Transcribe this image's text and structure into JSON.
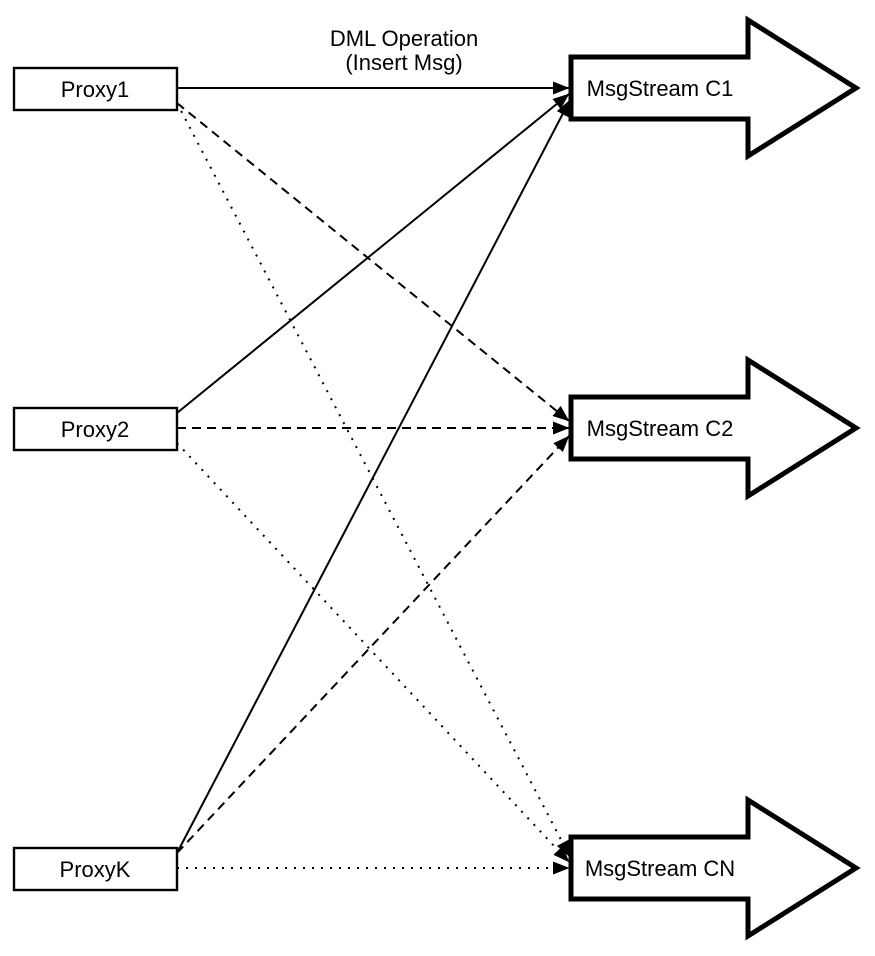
{
  "diagram": {
    "annotation": {
      "line1": "DML Operation",
      "line2": "(Insert Msg)"
    },
    "colors": {
      "ink": "#000000",
      "fill": "#ffffff",
      "background": "#ffffff"
    },
    "proxies": [
      {
        "label": "Proxy1"
      },
      {
        "label": "Proxy2"
      },
      {
        "label": "ProxyK"
      }
    ],
    "streams": [
      {
        "label": "MsgStream C1",
        "edge_style": "solid"
      },
      {
        "label": "MsgStream C2",
        "edge_style": "dashed"
      },
      {
        "label": "MsgStream CN",
        "edge_style": "dotted"
      }
    ],
    "edges": [
      {
        "from": "Proxy1",
        "to": "MsgStream C1",
        "style": "solid"
      },
      {
        "from": "Proxy2",
        "to": "MsgStream C1",
        "style": "solid"
      },
      {
        "from": "ProxyK",
        "to": "MsgStream C1",
        "style": "solid"
      },
      {
        "from": "Proxy1",
        "to": "MsgStream C2",
        "style": "dashed"
      },
      {
        "from": "Proxy2",
        "to": "MsgStream C2",
        "style": "dashed"
      },
      {
        "from": "ProxyK",
        "to": "MsgStream C2",
        "style": "dashed"
      },
      {
        "from": "Proxy1",
        "to": "MsgStream CN",
        "style": "dotted"
      },
      {
        "from": "Proxy2",
        "to": "MsgStream CN",
        "style": "dotted"
      },
      {
        "from": "ProxyK",
        "to": "MsgStream CN",
        "style": "dotted"
      }
    ]
  }
}
